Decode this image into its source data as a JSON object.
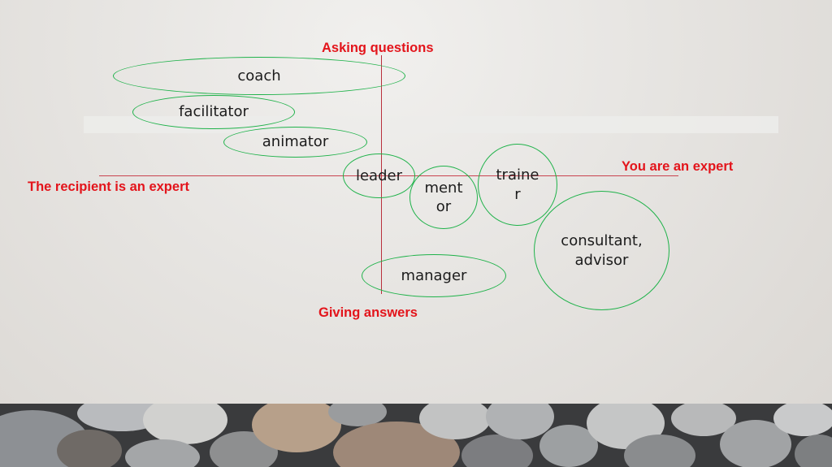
{
  "diagram": {
    "axis_labels": {
      "top": "Asking questions",
      "bottom": "Giving answers",
      "left": "The recipient is an expert",
      "right": "You are an expert"
    },
    "roles": [
      {
        "id": "coach",
        "label": "coach"
      },
      {
        "id": "facilitator",
        "label": "facilitator"
      },
      {
        "id": "animator",
        "label": "animator"
      },
      {
        "id": "leader",
        "label": "leader"
      },
      {
        "id": "mentor",
        "label": "ment\nor"
      },
      {
        "id": "trainer",
        "label": "traine\nr"
      },
      {
        "id": "consultant",
        "label": "consultant,\nadvisor"
      },
      {
        "id": "manager",
        "label": "manager"
      }
    ]
  },
  "colors": {
    "axis_label": "#e3141b",
    "axis_line": "#c9434f",
    "ellipse_border": "#1fb24a"
  },
  "decoration": {
    "footer_image": "pebble-stones-photo"
  }
}
